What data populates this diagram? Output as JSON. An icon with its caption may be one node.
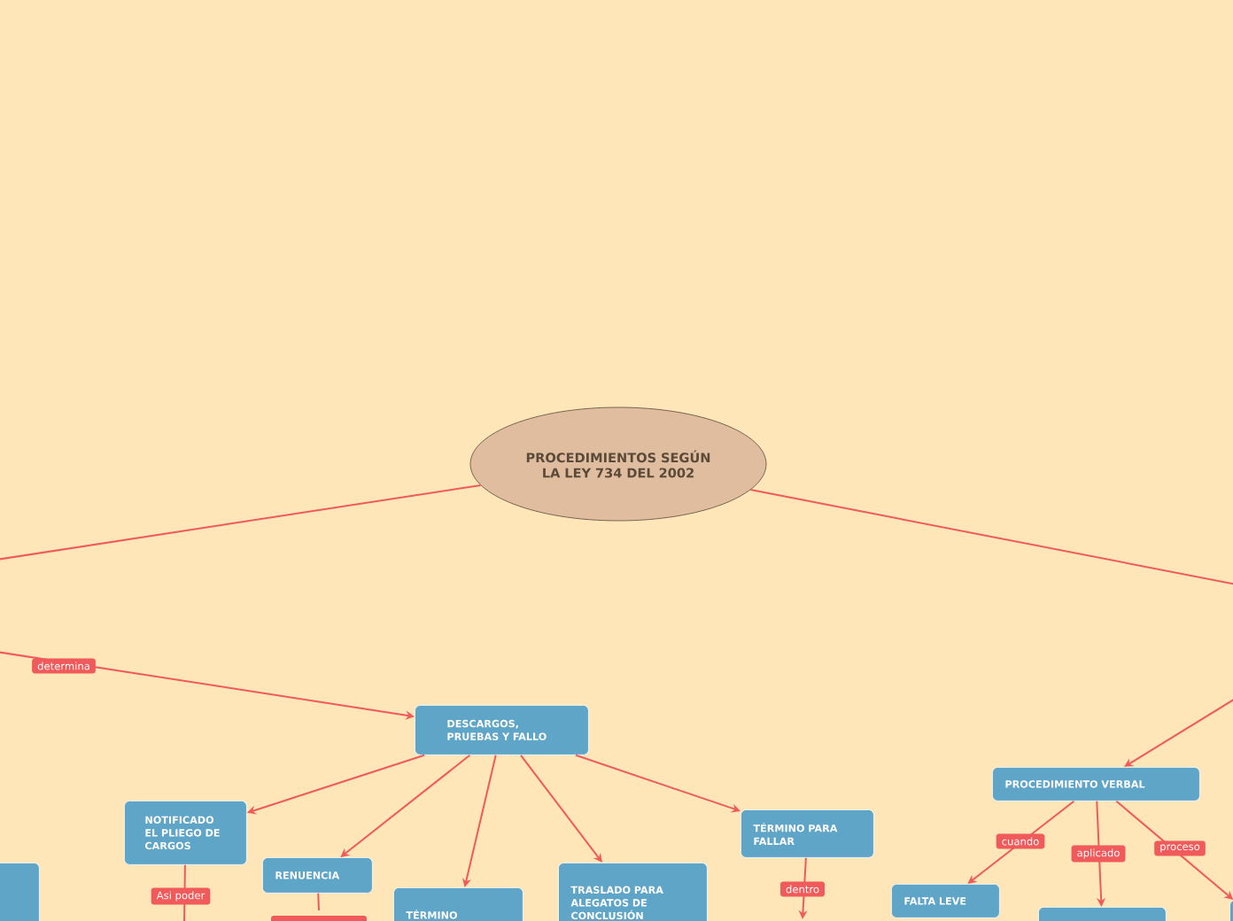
{
  "diagram": {
    "nodes": [
      {
        "text": [
          "PROCEDIMIENTOS SEGÚN LA LEY 734 DEL 2002"
        ]
      },
      {
        "text": [
          "DESCARGOS, PRUEBAS Y FALLO"
        ]
      },
      {
        "text": [
          "NOTIFICADO EL PLIEGO DE CARGOS"
        ]
      },
      {
        "text": [
          "RENUENCIA"
        ]
      },
      {
        "text": [
          "TÉRMINO"
        ]
      },
      {
        "text": [
          "TRASLADO PARA ALEGATOS DE CONCLUSIÓN"
        ]
      },
      {
        "text": [
          "TÉRMINO PARA FALLAR"
        ]
      },
      {
        "text": [
          "PROCEDIMIENTO VERBAL"
        ]
      },
      {
        "text": [
          "FALTA LEVE"
        ]
      },
      {
        "text": [],
        "shape": "box"
      },
      {
        "text": [],
        "shape": "box"
      },
      {
        "text": [],
        "shape": "box"
      }
    ],
    "edges": [
      {
        "from": 0,
        "to": null,
        "arrow": "none"
      },
      {
        "from": 0,
        "to": null,
        "arrow": "none"
      },
      {
        "from": null,
        "to": 1,
        "arrow": "to",
        "label": "determina"
      },
      {
        "from": null,
        "to": 7,
        "arrow": "to"
      },
      {
        "from": 1,
        "to": 2,
        "arrow": "to"
      },
      {
        "from": 1,
        "to": 3,
        "arrow": "to"
      },
      {
        "from": 1,
        "to": 4,
        "arrow": "to"
      },
      {
        "from": 1,
        "to": 5,
        "arrow": "to"
      },
      {
        "from": 1,
        "to": 6,
        "arrow": "to"
      },
      {
        "from": 2,
        "to": null,
        "arrow": "none",
        "label": "Asi poder"
      },
      {
        "from": 3,
        "to": null,
        "arrow": "none"
      },
      {
        "from": 6,
        "to": null,
        "arrow": "to",
        "label": "dentro"
      },
      {
        "from": 7,
        "to": 8,
        "arrow": "to",
        "label": "cuando"
      },
      {
        "from": 7,
        "to": 10,
        "arrow": "to",
        "label": "aplicado"
      },
      {
        "from": 7,
        "to": 11,
        "arrow": "to",
        "label": "proceso"
      }
    ]
  }
}
